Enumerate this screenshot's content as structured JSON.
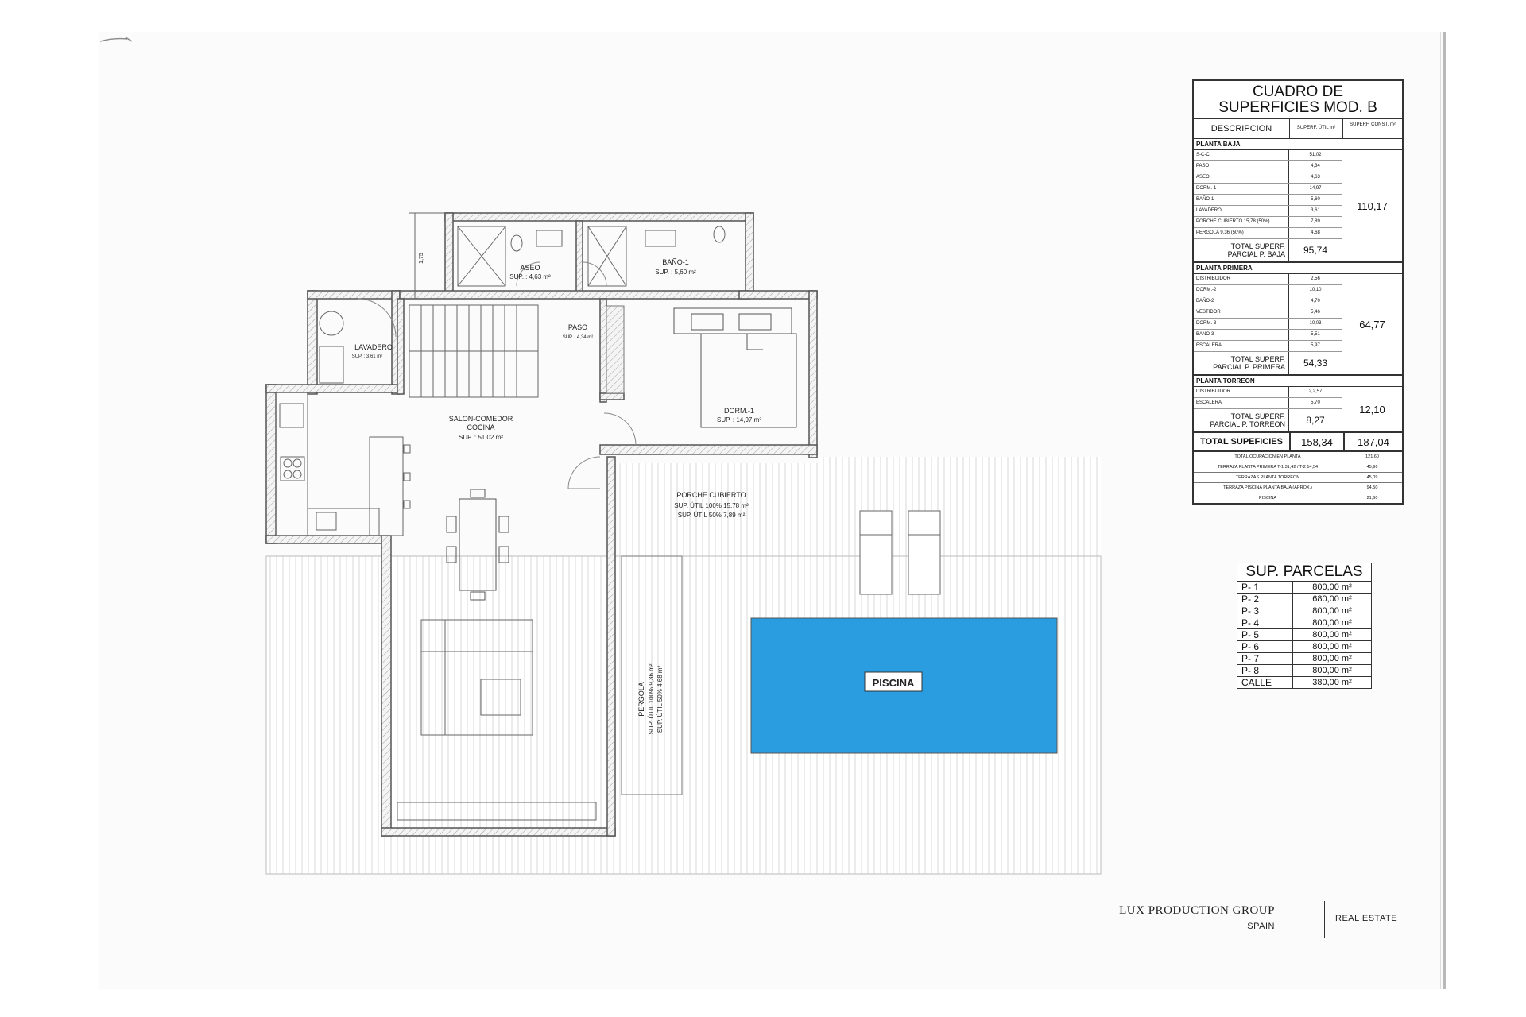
{
  "plan": {
    "rooms": {
      "aseo": {
        "name": "ASEO",
        "area": "SUP. : 4,63 m²"
      },
      "bano1": {
        "name": "BAÑO-1",
        "area": "SUP. : 5,60 m²"
      },
      "paso": {
        "name": "PASO",
        "area": "SUP. : 4,34 m²"
      },
      "lavadero": {
        "name": "LAVADERO",
        "area": "SUP. : 3,61 m²"
      },
      "salon_line1": "SALON-COMEDOR",
      "salon_line2": "COCINA",
      "salon_area": "SUP. : 51,02 m²",
      "dorm1": {
        "name": "DORM.-1",
        "area": "SUP. : 14,97 m²"
      },
      "porche_name": "PORCHE CUBIERTO",
      "porche_area1": "SUP. ÚTIL 100% 15,78 m²",
      "porche_area2": "SUP. ÚTIL 50% 7,89 m²",
      "pergola_name": "PERGOLA",
      "pergola_area1": "SUP. ÚTIL 100% 9,36 m²",
      "pergola_area2": "SUP. ÚTIL 50% 4,68 m²",
      "piscina": "PISCINA"
    },
    "dimension": "1,75",
    "colors": {
      "pool": "#2a9de0",
      "wall": "#555555",
      "hatch": "#c9c9c9"
    }
  },
  "surfaces": {
    "title_line1": "CUADRO DE",
    "title_line2": "SUPERFICIES MOD. B",
    "col_desc": "DESCRIPCION",
    "col_util": "SUPERF. ÚTIL m²",
    "col_const": "SUPERF. CONST. m²",
    "planta_baja": {
      "title": "PLANTA BAJA",
      "rows": [
        {
          "d": "S-C-C",
          "v": "51,02"
        },
        {
          "d": "PASO",
          "v": "4,34"
        },
        {
          "d": "ASEO",
          "v": "4,63"
        },
        {
          "d": "DORM.-1",
          "v": "14,97"
        },
        {
          "d": "BAÑO-1",
          "v": "5,60"
        },
        {
          "d": "LAVADERO",
          "v": "3,61"
        },
        {
          "d": "PORCHE CUBIERTO 15,78 (50%)",
          "v": "7,89"
        },
        {
          "d": "PERGOLA 9,36 (50%)",
          "v": "4,68"
        }
      ],
      "partial_label_1": "TOTAL SUPERF.",
      "partial_label_2": "PARCIAL P. BAJA",
      "partial": "95,74",
      "constructed": "110,17"
    },
    "planta_primera": {
      "title": "PLANTA PRIMERA",
      "rows": [
        {
          "d": "DISTRIBUIDOR",
          "v": "2,56"
        },
        {
          "d": "DORM.-2",
          "v": "10,10"
        },
        {
          "d": "BAÑO-2",
          "v": "4,70"
        },
        {
          "d": "VESTIDOR",
          "v": "5,46"
        },
        {
          "d": "DORM.-3",
          "v": "10,03"
        },
        {
          "d": "BAÑO-3",
          "v": "5,51"
        },
        {
          "d": "ESCALERA",
          "v": "5,97"
        }
      ],
      "partial_label_1": "TOTAL SUPERF.",
      "partial_label_2": "PARCIAL P. PRIMERA",
      "partial": "54,33",
      "constructed": "64,77"
    },
    "planta_torreon": {
      "title": "PLANTA TORREON",
      "rows": [
        {
          "d": "DISTRIBUIDOR",
          "v": "2,2,57"
        },
        {
          "d": "ESCALERA",
          "v": "5,70"
        }
      ],
      "partial_label_1": "TOTAL SUPERF.",
      "partial_label_2": "PARCIAL P. TORREON",
      "partial": "8,27",
      "constructed": "12,10"
    },
    "total_label": "TOTAL SUPEFICIES",
    "total_util": "158,34",
    "total_const": "187,04",
    "extra": [
      {
        "d": "TOTAL OCUPACION EN PLANTA",
        "v": "121,60"
      },
      {
        "d": "TERRAZA PLANTA PRIMERA T-1 31,42 / T-2 14,54",
        "v": "45,96"
      },
      {
        "d": "TERRAZAS PLANTA TORREON",
        "v": "45,09"
      },
      {
        "d": "TERRAZA PISCINA PLANTA BAJA (APROX.)",
        "v": "94,50"
      },
      {
        "d": "PISCINA",
        "v": "21,60"
      }
    ]
  },
  "parcels": {
    "title": "SUP. PARCELAS",
    "rows": [
      {
        "d": "P- 1",
        "v": "800,00 m²"
      },
      {
        "d": "P- 2",
        "v": "680,00 m²"
      },
      {
        "d": "P- 3",
        "v": "800,00 m²"
      },
      {
        "d": "P- 4",
        "v": "800,00 m²"
      },
      {
        "d": "P- 5",
        "v": "800,00 m²"
      },
      {
        "d": "P- 6",
        "v": "800,00 m²"
      },
      {
        "d": "P- 7",
        "v": "800,00 m²"
      },
      {
        "d": "P- 8",
        "v": "800,00 m²"
      },
      {
        "d": "CALLE",
        "v": "380,00 m²"
      }
    ]
  },
  "logo": {
    "name": "LUX PRODUCTION GROUP",
    "country": "SPAIN",
    "tagline": "REAL ESTATE"
  }
}
